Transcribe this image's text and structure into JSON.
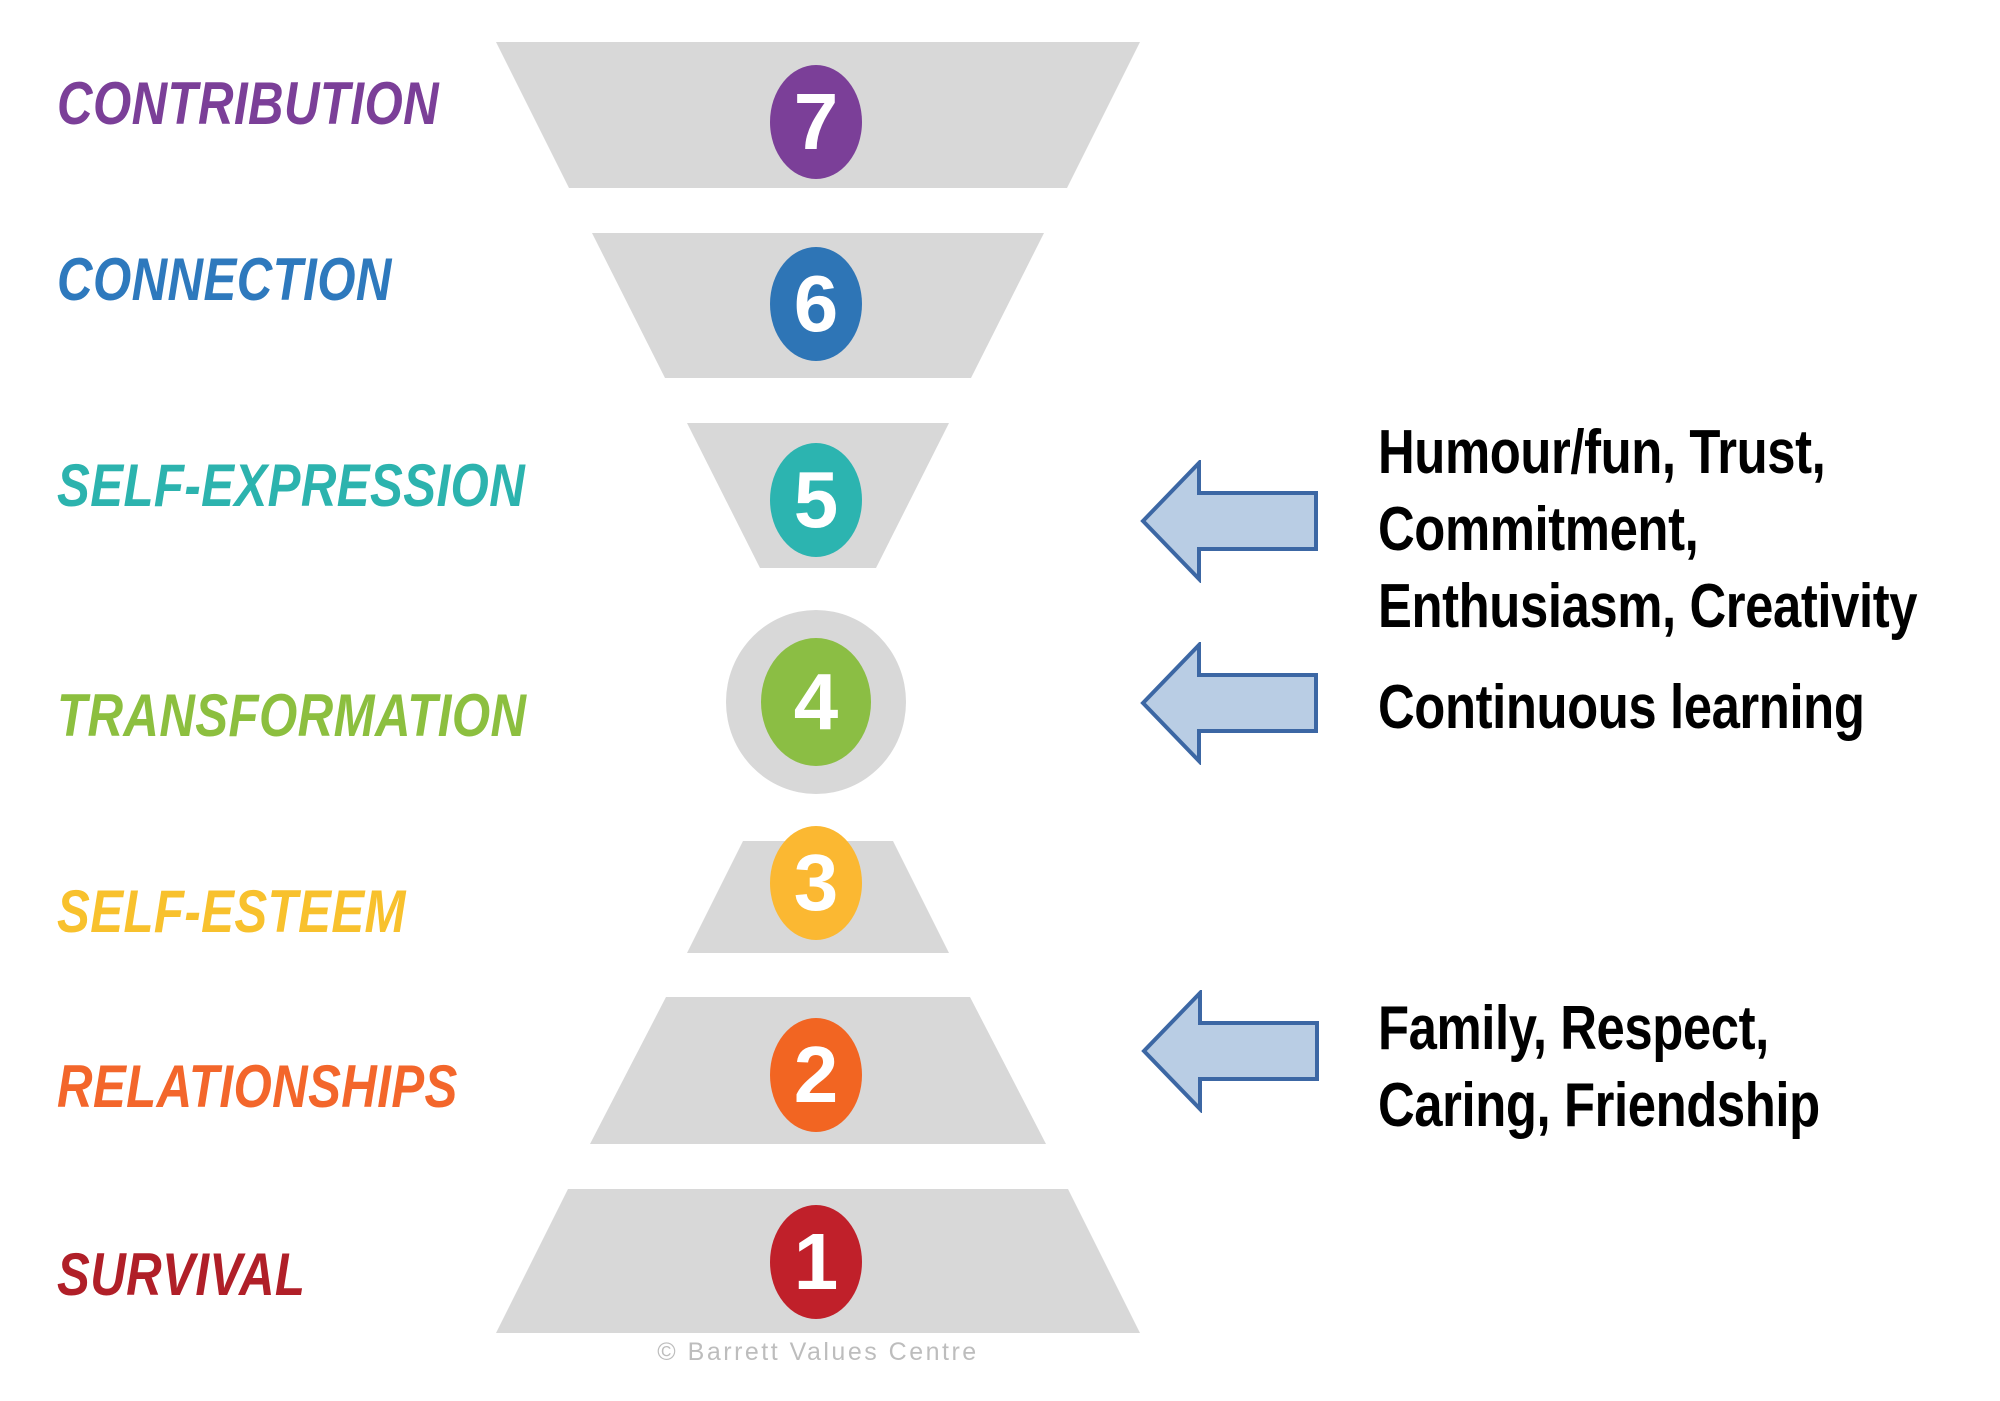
{
  "levels": [
    {
      "num": "7",
      "label": "CONTRIBUTION",
      "circle_color": "#7B3F98",
      "label_color": "#7B3F98"
    },
    {
      "num": "6",
      "label": "CONNECTION",
      "circle_color": "#2E75B6",
      "label_color": "#2E79BD"
    },
    {
      "num": "5",
      "label": "SELF-EXPRESSION",
      "circle_color": "#2CB4B0",
      "label_color": "#2CB3AE"
    },
    {
      "num": "4",
      "label": "TRANSFORMATION",
      "circle_color": "#8BBE44",
      "label_color": "#8CBF3F"
    },
    {
      "num": "3",
      "label": "SELF-ESTEEM",
      "circle_color": "#FBB832",
      "label_color": "#F8C12D"
    },
    {
      "num": "2",
      "label": "RELATIONSHIPS",
      "circle_color": "#F26522",
      "label_color": "#F3662B"
    },
    {
      "num": "1",
      "label": "SURVIVAL",
      "circle_color": "#C0202A",
      "label_color": "#B01F28"
    }
  ],
  "annotations": [
    {
      "target_level": "5",
      "lines": [
        "Humour/fun, Trust,",
        "Commitment,",
        "Enthusiasm, Creativity"
      ]
    },
    {
      "target_level": "4",
      "lines": [
        "Continuous learning"
      ]
    },
    {
      "target_level": "2",
      "lines": [
        "Family, Respect,",
        "Caring, Friendship"
      ]
    }
  ],
  "footer": {
    "copyright": "© Barrett Values Centre"
  },
  "colors": {
    "background": "#FFFFFF",
    "segment": "#D8D8D8",
    "badge_text": "#FFFFFF",
    "arrow_fill": "#B9CDE4",
    "arrow_border": "#3C67A4",
    "annotation_text": "#000000",
    "copyright_text": "#BDBDBD"
  }
}
